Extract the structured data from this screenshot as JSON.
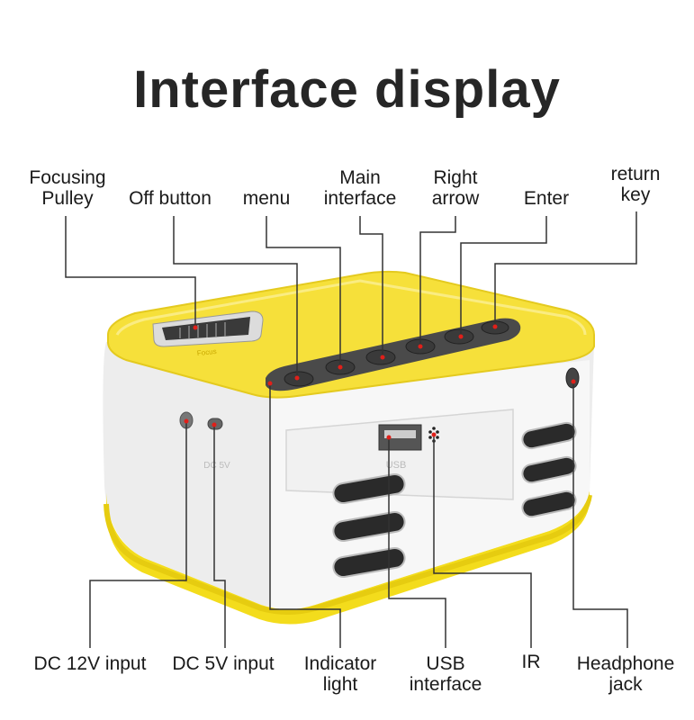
{
  "title": "Interface display",
  "colors": {
    "yellow": "#f7e03a",
    "body": "#f2f2f2",
    "line": "#333333",
    "marker": "#e0201a"
  },
  "top_labels": [
    {
      "line1": "Focusing",
      "line2": "Pulley"
    },
    {
      "line1": "",
      "line2": "Off button"
    },
    {
      "line1": "",
      "line2": "menu"
    },
    {
      "line1": "Main",
      "line2": "interface"
    },
    {
      "line1": "Right",
      "line2": "arrow"
    },
    {
      "line1": "",
      "line2": "Enter"
    },
    {
      "line1": "return",
      "line2": "key"
    }
  ],
  "bottom_labels": [
    {
      "line1": "DC 12V input",
      "line2": ""
    },
    {
      "line1": "DC 5V input",
      "line2": ""
    },
    {
      "line1": "Indicator",
      "line2": "light"
    },
    {
      "line1": "USB",
      "line2": "interface"
    },
    {
      "line1": "IR",
      "line2": ""
    },
    {
      "line1": "Headphone",
      "line2": "jack"
    }
  ],
  "device_prints": {
    "usb": "USB",
    "dc5v": "DC 5V",
    "focus": "Focus"
  }
}
